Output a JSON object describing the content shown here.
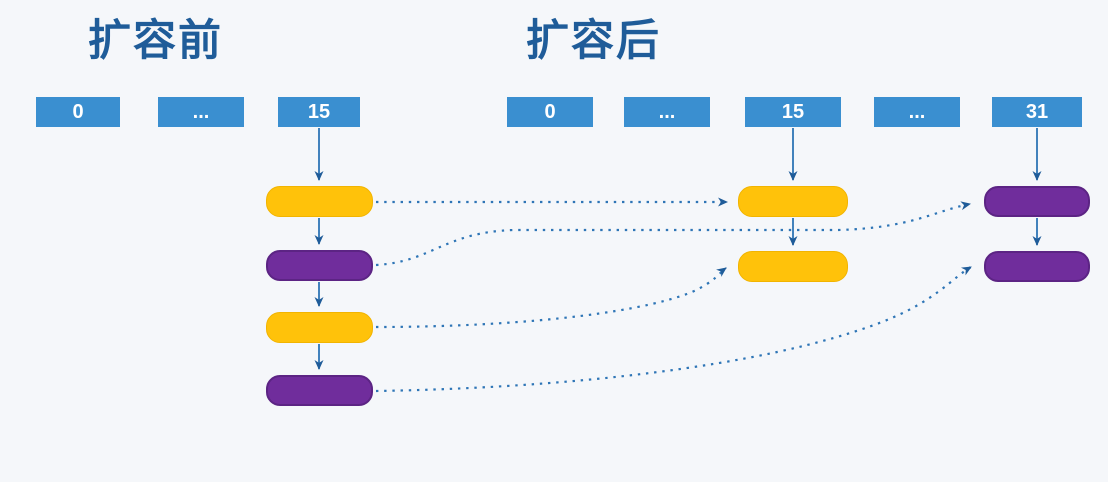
{
  "diagram": {
    "type": "hashmap-resize-rehash",
    "before": {
      "title": "扩容前",
      "buckets": [
        "0",
        "...",
        "15"
      ],
      "bucket15_chain": [
        {
          "id": "before-node-1",
          "color": "yellow"
        },
        {
          "id": "before-node-2",
          "color": "purple"
        },
        {
          "id": "before-node-3",
          "color": "yellow"
        },
        {
          "id": "before-node-4",
          "color": "purple"
        }
      ]
    },
    "after": {
      "title": "扩容后",
      "buckets": [
        "0",
        "...",
        "15",
        "...",
        "31"
      ],
      "bucket15_chain": [
        {
          "id": "after-15-node-1",
          "color": "yellow"
        },
        {
          "id": "after-15-node-2",
          "color": "yellow"
        }
      ],
      "bucket31_chain": [
        {
          "id": "after-31-node-1",
          "color": "purple"
        },
        {
          "id": "after-31-node-2",
          "color": "purple"
        }
      ]
    },
    "rehash_arrows": [
      {
        "from": "before-node-1",
        "to": "after-15-node-1"
      },
      {
        "from": "before-node-2",
        "to": "after-31-node-1"
      },
      {
        "from": "before-node-3",
        "to": "after-15-node-2"
      },
      {
        "from": "before-node-4",
        "to": "after-31-node-2"
      }
    ],
    "colors": {
      "background": "#f5f7fa",
      "bucket_blue": "#3a8fd0",
      "title_blue": "#1f5c99",
      "line_blue": "#2e75b6",
      "arrowhead_blue": "#1f5c99",
      "node_yellow": "#ffc20a",
      "node_purple": "#702d9c"
    }
  }
}
